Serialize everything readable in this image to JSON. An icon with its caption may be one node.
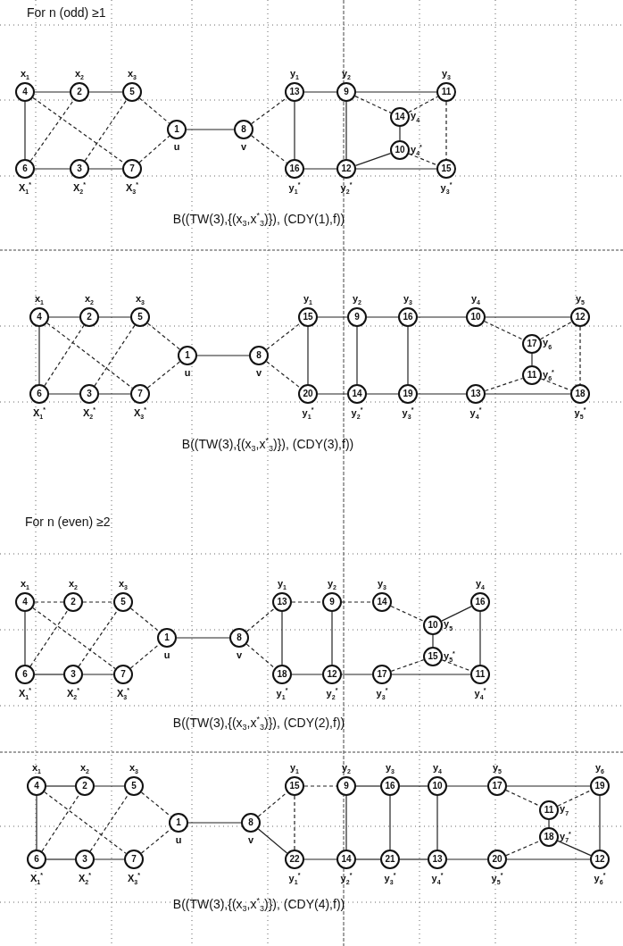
{
  "diagram": {
    "nodes": [
      {
        "text": [
          "4"
        ],
        "beside": [
          "x$_{1}$"
        ]
      },
      {
        "text": [
          "2"
        ],
        "beside": [
          "x$_{2}$"
        ]
      },
      {
        "text": [
          "5"
        ],
        "beside": [
          "x$_{3}$"
        ]
      },
      {
        "text": [
          "6"
        ],
        "beside": [
          "X$_{1}$$^{*}$"
        ]
      },
      {
        "text": [
          "3"
        ],
        "beside": [
          "X$_{2}$$^{*}$"
        ]
      },
      {
        "text": [
          "7"
        ],
        "beside": [
          "X$_{3}$$^{*}$"
        ]
      },
      {
        "text": [
          "1"
        ],
        "beside": [
          "u"
        ]
      },
      {
        "text": [
          "8"
        ],
        "beside": [
          "v"
        ]
      },
      {
        "text": [
          "13"
        ],
        "beside": [
          "y$_{1}$"
        ]
      },
      {
        "text": [
          "9"
        ],
        "beside": [
          "y$_{2}$"
        ]
      },
      {
        "text": [
          "11"
        ],
        "beside": [
          "y$_{3}$"
        ]
      },
      {
        "text": [
          "16"
        ],
        "beside": [
          "y$_{1}$$^{*}$"
        ]
      },
      {
        "text": [
          "12"
        ],
        "beside": [
          "y$_{2}$$^{*}$"
        ]
      },
      {
        "text": [
          "15"
        ],
        "beside": [
          "y$_{3}$$^{*}$"
        ]
      },
      {
        "text": [
          "14"
        ],
        "beside": [
          "y$_{4}$"
        ]
      },
      {
        "text": [
          "10"
        ],
        "beside": [
          "y$_{4}$$^{*}$"
        ]
      },
      {
        "text": [
          "4"
        ],
        "beside": [
          "x$_{1}$"
        ]
      },
      {
        "text": [
          "2"
        ],
        "beside": [
          "x$_{2}$"
        ]
      },
      {
        "text": [
          "5"
        ],
        "beside": [
          "x$_{3}$"
        ]
      },
      {
        "text": [
          "6"
        ],
        "beside": [
          "X$_{1}$$^{*}$"
        ]
      },
      {
        "text": [
          "3"
        ],
        "beside": [
          "X$_{2}$$^{*}$"
        ]
      },
      {
        "text": [
          "7"
        ],
        "beside": [
          "X$_{3}$$^{*}$"
        ]
      },
      {
        "text": [
          "1"
        ],
        "beside": [
          "u"
        ]
      },
      {
        "text": [
          "8"
        ],
        "beside": [
          "v"
        ]
      },
      {
        "text": [
          "15"
        ],
        "beside": [
          "y$_{1}$"
        ]
      },
      {
        "text": [
          "9"
        ],
        "beside": [
          "y$_{2}$"
        ]
      },
      {
        "text": [
          "16"
        ],
        "beside": [
          "y$_{3}$"
        ]
      },
      {
        "text": [
          "10"
        ],
        "beside": [
          "y$_{4}$"
        ]
      },
      {
        "text": [
          "12"
        ],
        "beside": [
          "y$_{5}$"
        ]
      },
      {
        "text": [
          "20"
        ],
        "beside": [
          "y$_{1}$$^{*}$"
        ]
      },
      {
        "text": [
          "14"
        ],
        "beside": [
          "y$_{2}$$^{*}$"
        ]
      },
      {
        "text": [
          "19"
        ],
        "beside": [
          "y$_{3}$$^{*}$"
        ]
      },
      {
        "text": [
          "13"
        ],
        "beside": [
          "y$_{4}$$^{*}$"
        ]
      },
      {
        "text": [
          "18"
        ],
        "beside": [
          "y$_{5}$$^{*}$"
        ]
      },
      {
        "text": [
          "17"
        ],
        "beside": [
          "y$_{6}$"
        ]
      },
      {
        "text": [
          "11"
        ],
        "beside": [
          "y$_{6}$$^{*}$"
        ]
      },
      {
        "text": [
          "4"
        ],
        "beside": [
          "x$_{1}$"
        ]
      },
      {
        "text": [
          "2"
        ],
        "beside": [
          "x$_{2}$"
        ]
      },
      {
        "text": [
          "5"
        ],
        "beside": [
          "x$_{3}$"
        ]
      },
      {
        "text": [
          "6"
        ],
        "beside": [
          "X$_{1}$$^{*}$"
        ]
      },
      {
        "text": [
          "3"
        ],
        "beside": [
          "X$_{2}$$^{*}$"
        ]
      },
      {
        "text": [
          "7"
        ],
        "beside": [
          "X$_{3}$$^{*}$"
        ]
      },
      {
        "text": [
          "1"
        ],
        "beside": [
          "u"
        ]
      },
      {
        "text": [
          "8"
        ],
        "beside": [
          "v"
        ]
      },
      {
        "text": [
          "13"
        ],
        "beside": [
          "y$_{1}$"
        ]
      },
      {
        "text": [
          "9"
        ],
        "beside": [
          "y$_{2}$"
        ]
      },
      {
        "text": [
          "14"
        ],
        "beside": [
          "y$_{3}$"
        ]
      },
      {
        "text": [
          "16"
        ],
        "beside": [
          "y$_{4}$"
        ]
      },
      {
        "text": [
          "18"
        ],
        "beside": [
          "y$_{1}$$^{*}$"
        ]
      },
      {
        "text": [
          "12"
        ],
        "beside": [
          "y$_{2}$$^{*}$"
        ]
      },
      {
        "text": [
          "17"
        ],
        "beside": [
          "y$_{3}$$^{*}$"
        ]
      },
      {
        "text": [
          "11"
        ],
        "beside": [
          "y$_{4}$$^{*}$"
        ]
      },
      {
        "text": [
          "10"
        ],
        "beside": [
          "y$_{5}$"
        ]
      },
      {
        "text": [
          "15"
        ],
        "beside": [
          "y$_{5}$$^{*}$"
        ]
      },
      {
        "text": [
          "4"
        ],
        "beside": [
          "x$_{1}$"
        ]
      },
      {
        "text": [
          "2"
        ],
        "beside": [
          "x$_{2}$"
        ]
      },
      {
        "text": [
          "5"
        ],
        "beside": [
          "x$_{3}$"
        ]
      },
      {
        "text": [
          "6"
        ],
        "beside": [
          "X$_{1}$$^{*}$"
        ]
      },
      {
        "text": [
          "3"
        ],
        "beside": [
          "X$_{2}$$^{*}$"
        ]
      },
      {
        "text": [
          "7"
        ],
        "beside": [
          "X$_{3}$$^{*}$"
        ]
      },
      {
        "text": [
          "1"
        ],
        "beside": [
          "u"
        ]
      },
      {
        "text": [
          "8"
        ],
        "beside": [
          "v"
        ]
      },
      {
        "text": [
          "15"
        ],
        "beside": [
          "y$_{1}$"
        ]
      },
      {
        "text": [
          "9"
        ],
        "beside": [
          "y$_{2}$"
        ]
      },
      {
        "text": [
          "16"
        ],
        "beside": [
          "y$_{3}$"
        ]
      },
      {
        "text": [
          "10"
        ],
        "beside": [
          "y$_{4}$"
        ]
      },
      {
        "text": [
          "17"
        ],
        "beside": [
          "y$_{5}$"
        ]
      },
      {
        "text": [
          "19"
        ],
        "beside": [
          "y$_{6}$"
        ]
      },
      {
        "text": [
          "22"
        ],
        "beside": [
          "y$_{1}$$^{*}$"
        ]
      },
      {
        "text": [
          "14"
        ],
        "beside": [
          "y$_{2}$$^{*}$"
        ]
      },
      {
        "text": [
          "21"
        ],
        "beside": [
          "y$_{3}$$^{*}$"
        ]
      },
      {
        "text": [
          "13"
        ],
        "beside": [
          "y$_{4}$$^{*}$"
        ]
      },
      {
        "text": [
          "20"
        ],
        "beside": [
          "y$_{5}$$^{*}$"
        ]
      },
      {
        "text": [
          "12"
        ],
        "beside": [
          "y$_{6}$$^{*}$"
        ]
      },
      {
        "text": [
          "11"
        ],
        "beside": [
          "y$_{7}$"
        ]
      },
      {
        "text": [
          "18"
        ],
        "beside": [
          "y$_{7}$$^{*}$"
        ]
      }
    ],
    "edges": [
      {
        "from": 0,
        "to": 1,
        "arrow": "none"
      },
      {
        "from": 1,
        "to": 2,
        "arrow": "none"
      },
      {
        "from": 0,
        "to": 3,
        "arrow": "none"
      },
      {
        "from": 3,
        "to": 4,
        "arrow": "none"
      },
      {
        "from": 4,
        "to": 5,
        "arrow": "none"
      },
      {
        "from": 0,
        "to": 5,
        "arrow": "none",
        "style": "dashed"
      },
      {
        "from": 3,
        "to": 1,
        "arrow": "none",
        "style": "dashed"
      },
      {
        "from": 4,
        "to": 2,
        "arrow": "none",
        "style": "dashed"
      },
      {
        "from": 2,
        "to": 6,
        "arrow": "none",
        "style": "dashed"
      },
      {
        "from": 5,
        "to": 6,
        "arrow": "none",
        "style": "dashed"
      },
      {
        "from": 6,
        "to": 7,
        "arrow": "none"
      },
      {
        "from": 7,
        "to": 8,
        "arrow": "none",
        "style": "dashed"
      },
      {
        "from": 7,
        "to": 11,
        "arrow": "none",
        "style": "dashed"
      },
      {
        "from": 8,
        "to": 9,
        "arrow": "none"
      },
      {
        "from": 8,
        "to": 11,
        "arrow": "none"
      },
      {
        "from": 9,
        "to": 12,
        "arrow": "none"
      },
      {
        "from": 11,
        "to": 12,
        "arrow": "none"
      },
      {
        "from": 9,
        "to": 10,
        "arrow": "none"
      },
      {
        "from": 9,
        "to": 14,
        "arrow": "none",
        "style": "dashed"
      },
      {
        "from": 14,
        "to": 10,
        "arrow": "none",
        "style": "dashed"
      },
      {
        "from": 14,
        "to": 15,
        "arrow": "none"
      },
      {
        "from": 15,
        "to": 12,
        "arrow": "none"
      },
      {
        "from": 15,
        "to": 13,
        "arrow": "none",
        "style": "dashed"
      },
      {
        "from": 12,
        "to": 13,
        "arrow": "none"
      },
      {
        "from": 10,
        "to": 13,
        "arrow": "none",
        "style": "dashed"
      },
      {
        "from": 16,
        "to": 17,
        "arrow": "none"
      },
      {
        "from": 17,
        "to": 18,
        "arrow": "none"
      },
      {
        "from": 16,
        "to": 19,
        "arrow": "none"
      },
      {
        "from": 19,
        "to": 20,
        "arrow": "none"
      },
      {
        "from": 20,
        "to": 21,
        "arrow": "none"
      },
      {
        "from": 16,
        "to": 21,
        "arrow": "none",
        "style": "dashed"
      },
      {
        "from": 19,
        "to": 17,
        "arrow": "none",
        "style": "dashed"
      },
      {
        "from": 20,
        "to": 18,
        "arrow": "none",
        "style": "dashed"
      },
      {
        "from": 18,
        "to": 22,
        "arrow": "none",
        "style": "dashed"
      },
      {
        "from": 21,
        "to": 22,
        "arrow": "none",
        "style": "dashed"
      },
      {
        "from": 22,
        "to": 23,
        "arrow": "none"
      },
      {
        "from": 23,
        "to": 24,
        "arrow": "none",
        "style": "dashed"
      },
      {
        "from": 23,
        "to": 29,
        "arrow": "none",
        "style": "dashed"
      },
      {
        "from": 24,
        "to": 25,
        "arrow": "none"
      },
      {
        "from": 25,
        "to": 26,
        "arrow": "none"
      },
      {
        "from": 26,
        "to": 27,
        "arrow": "none"
      },
      {
        "from": 27,
        "to": 28,
        "arrow": "none"
      },
      {
        "from": 24,
        "to": 29,
        "arrow": "none"
      },
      {
        "from": 25,
        "to": 30,
        "arrow": "none"
      },
      {
        "from": 26,
        "to": 31,
        "arrow": "none"
      },
      {
        "from": 29,
        "to": 30,
        "arrow": "none"
      },
      {
        "from": 30,
        "to": 31,
        "arrow": "none"
      },
      {
        "from": 31,
        "to": 32,
        "arrow": "none"
      },
      {
        "from": 32,
        "to": 33,
        "arrow": "none"
      },
      {
        "from": 27,
        "to": 34,
        "arrow": "none",
        "style": "dashed"
      },
      {
        "from": 34,
        "to": 28,
        "arrow": "none",
        "style": "dashed"
      },
      {
        "from": 34,
        "to": 35,
        "arrow": "none"
      },
      {
        "from": 32,
        "to": 35,
        "arrow": "none",
        "style": "dashed"
      },
      {
        "from": 35,
        "to": 33,
        "arrow": "none",
        "style": "dashed"
      },
      {
        "from": 28,
        "to": 33,
        "arrow": "none",
        "style": "dashed"
      },
      {
        "from": 36,
        "to": 37,
        "arrow": "none",
        "style": "dashed"
      },
      {
        "from": 37,
        "to": 38,
        "arrow": "none",
        "style": "dashed"
      },
      {
        "from": 36,
        "to": 39,
        "arrow": "none"
      },
      {
        "from": 39,
        "to": 40,
        "arrow": "none"
      },
      {
        "from": 40,
        "to": 41,
        "arrow": "none"
      },
      {
        "from": 36,
        "to": 41,
        "arrow": "none",
        "style": "dashed"
      },
      {
        "from": 39,
        "to": 37,
        "arrow": "none",
        "style": "dashed"
      },
      {
        "from": 40,
        "to": 38,
        "arrow": "none",
        "style": "dashed"
      },
      {
        "from": 38,
        "to": 42,
        "arrow": "none",
        "style": "dashed"
      },
      {
        "from": 41,
        "to": 42,
        "arrow": "none",
        "style": "dashed"
      },
      {
        "from": 42,
        "to": 43,
        "arrow": "none"
      },
      {
        "from": 43,
        "to": 44,
        "arrow": "none",
        "style": "dashed"
      },
      {
        "from": 43,
        "to": 48,
        "arrow": "none",
        "style": "dashed"
      },
      {
        "from": 44,
        "to": 45,
        "arrow": "none",
        "style": "dashed"
      },
      {
        "from": 45,
        "to": 46,
        "arrow": "none",
        "style": "dashed"
      },
      {
        "from": 44,
        "to": 48,
        "arrow": "none"
      },
      {
        "from": 45,
        "to": 49,
        "arrow": "none"
      },
      {
        "from": 48,
        "to": 49,
        "arrow": "none"
      },
      {
        "from": 49,
        "to": 50,
        "arrow": "none"
      },
      {
        "from": 46,
        "to": 52,
        "arrow": "none",
        "style": "dashed"
      },
      {
        "from": 52,
        "to": 47,
        "arrow": "none"
      },
      {
        "from": 47,
        "to": 51,
        "arrow": "none"
      },
      {
        "from": 52,
        "to": 53,
        "arrow": "none"
      },
      {
        "from": 50,
        "to": 53,
        "arrow": "none",
        "style": "dashed"
      },
      {
        "from": 53,
        "to": 51,
        "arrow": "none",
        "style": "dashed"
      },
      {
        "from": 50,
        "to": 51,
        "arrow": "none"
      },
      {
        "from": 54,
        "to": 55,
        "arrow": "none"
      },
      {
        "from": 55,
        "to": 56,
        "arrow": "none"
      },
      {
        "from": 54,
        "to": 57,
        "arrow": "none"
      },
      {
        "from": 57,
        "to": 58,
        "arrow": "none"
      },
      {
        "from": 58,
        "to": 59,
        "arrow": "none"
      },
      {
        "from": 54,
        "to": 59,
        "arrow": "none",
        "style": "dashed"
      },
      {
        "from": 57,
        "to": 55,
        "arrow": "none",
        "style": "dashed"
      },
      {
        "from": 58,
        "to": 56,
        "arrow": "none",
        "style": "dashed"
      },
      {
        "from": 56,
        "to": 60,
        "arrow": "none",
        "style": "dashed"
      },
      {
        "from": 59,
        "to": 60,
        "arrow": "none",
        "style": "dashed"
      },
      {
        "from": 60,
        "to": 61,
        "arrow": "none"
      },
      {
        "from": 61,
        "to": 62,
        "arrow": "none",
        "style": "dashed"
      },
      {
        "from": 61,
        "to": 68,
        "arrow": "none"
      },
      {
        "from": 62,
        "to": 63,
        "arrow": "none",
        "style": "dashed"
      },
      {
        "from": 63,
        "to": 64,
        "arrow": "none"
      },
      {
        "from": 64,
        "to": 65,
        "arrow": "none"
      },
      {
        "from": 65,
        "to": 66,
        "arrow": "none"
      },
      {
        "from": 66,
        "to": 67,
        "arrow": "none"
      },
      {
        "from": 62,
        "to": 68,
        "arrow": "none",
        "style": "dashed"
      },
      {
        "from": 63,
        "to": 69,
        "arrow": "none"
      },
      {
        "from": 64,
        "to": 70,
        "arrow": "none"
      },
      {
        "from": 65,
        "to": 71,
        "arrow": "none"
      },
      {
        "from": 68,
        "to": 69,
        "arrow": "none"
      },
      {
        "from": 69,
        "to": 70,
        "arrow": "none"
      },
      {
        "from": 70,
        "to": 71,
        "arrow": "none"
      },
      {
        "from": 71,
        "to": 72,
        "arrow": "none"
      },
      {
        "from": 72,
        "to": 73,
        "arrow": "none"
      },
      {
        "from": 67,
        "to": 73,
        "arrow": "none"
      },
      {
        "from": 66,
        "to": 74,
        "arrow": "none",
        "style": "dashed"
      },
      {
        "from": 74,
        "to": 67,
        "arrow": "none",
        "style": "dashed"
      },
      {
        "from": 74,
        "to": 75,
        "arrow": "none"
      },
      {
        "from": 72,
        "to": 75,
        "arrow": "none",
        "style": "dashed"
      },
      {
        "from": 75,
        "to": 73,
        "arrow": "none"
      }
    ],
    "labels": [
      "For n (odd) ≥1",
      "B((TW(3),{(x$_{3}$,x$^{*}$$_{3}$)}), (CDY(1),f))",
      "B((TW(3),{(x$_{3}$,x$^{*}$$_{3}$)}), (CDY(3),f))",
      "For n (even) ≥2",
      "B((TW(3),{(x$_{3}$,x$^{*}$$_{3}$)}), (CDY(2),f))",
      "B((TW(3),{(x$_{3}$,x$^{*}$$_{3}$)}), (CDY(4),f))"
    ]
  }
}
